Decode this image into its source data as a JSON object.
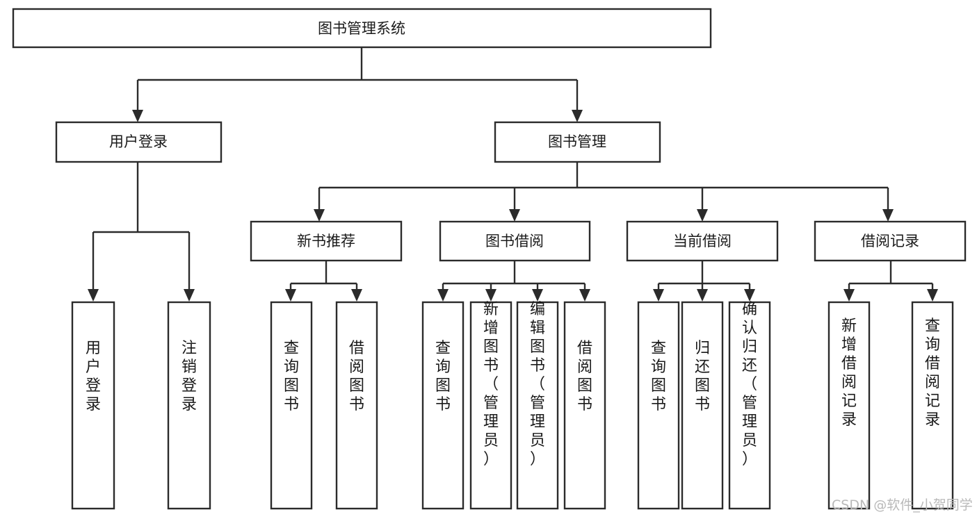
{
  "diagram": {
    "type": "tree-hierarchy",
    "title": "图书管理系统",
    "background_color": "#ffffff",
    "line_color": "#2b2b2b",
    "text_color": "#1a1a1a",
    "root": {
      "label": "图书管理系统"
    },
    "level2": [
      {
        "label": "用户登录"
      },
      {
        "label": "图书管理"
      }
    ],
    "level3": [
      {
        "label": "新书推荐"
      },
      {
        "label": "图书借阅"
      },
      {
        "label": "当前借阅"
      },
      {
        "label": "借阅记录"
      }
    ],
    "leaves": {
      "user_login": [
        {
          "label": "用户登录"
        },
        {
          "label": "注销登录"
        }
      ],
      "new_book_recommend": [
        {
          "label": "查询图书"
        },
        {
          "label": "借阅图书"
        }
      ],
      "book_borrow": [
        {
          "label": "查询图书"
        },
        {
          "label": "新增图书（管理员）"
        },
        {
          "label": "编辑图书（管理员）"
        },
        {
          "label": "借阅图书"
        }
      ],
      "current_borrow": [
        {
          "label": "查询图书"
        },
        {
          "label": "归还图书"
        },
        {
          "label": "确认归还（管理员）"
        }
      ],
      "borrow_record": [
        {
          "label": "新增借阅记录"
        },
        {
          "label": "查询借阅记录"
        }
      ]
    }
  },
  "watermark": {
    "text": "CSDN @软件_小贺同学"
  }
}
